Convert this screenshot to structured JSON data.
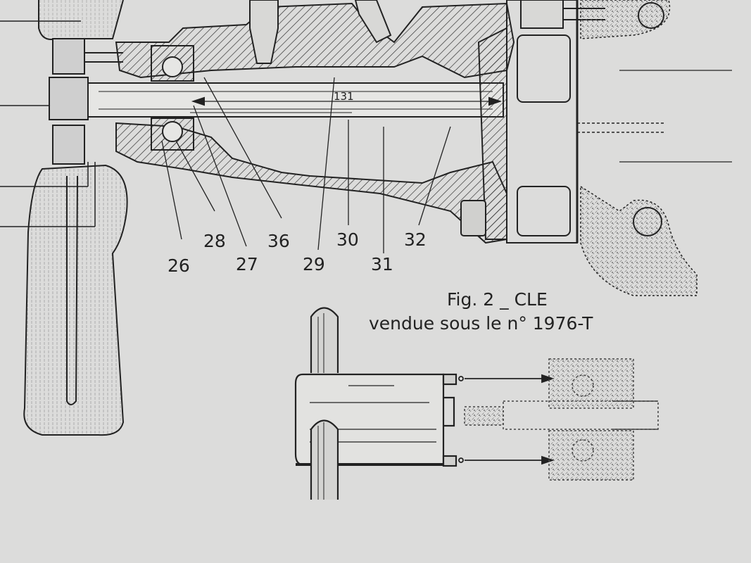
{
  "diagram": {
    "dimension": "131",
    "part_labels": [
      "26",
      "27",
      "28",
      "29",
      "30",
      "31",
      "32",
      "36"
    ],
    "figure_caption": "Fig. 2 _ CLE",
    "figure_subcaption": "vendue sous le n° 1976-T"
  },
  "colors": {
    "paper": "#dcdcdb",
    "ink": "#222222"
  }
}
